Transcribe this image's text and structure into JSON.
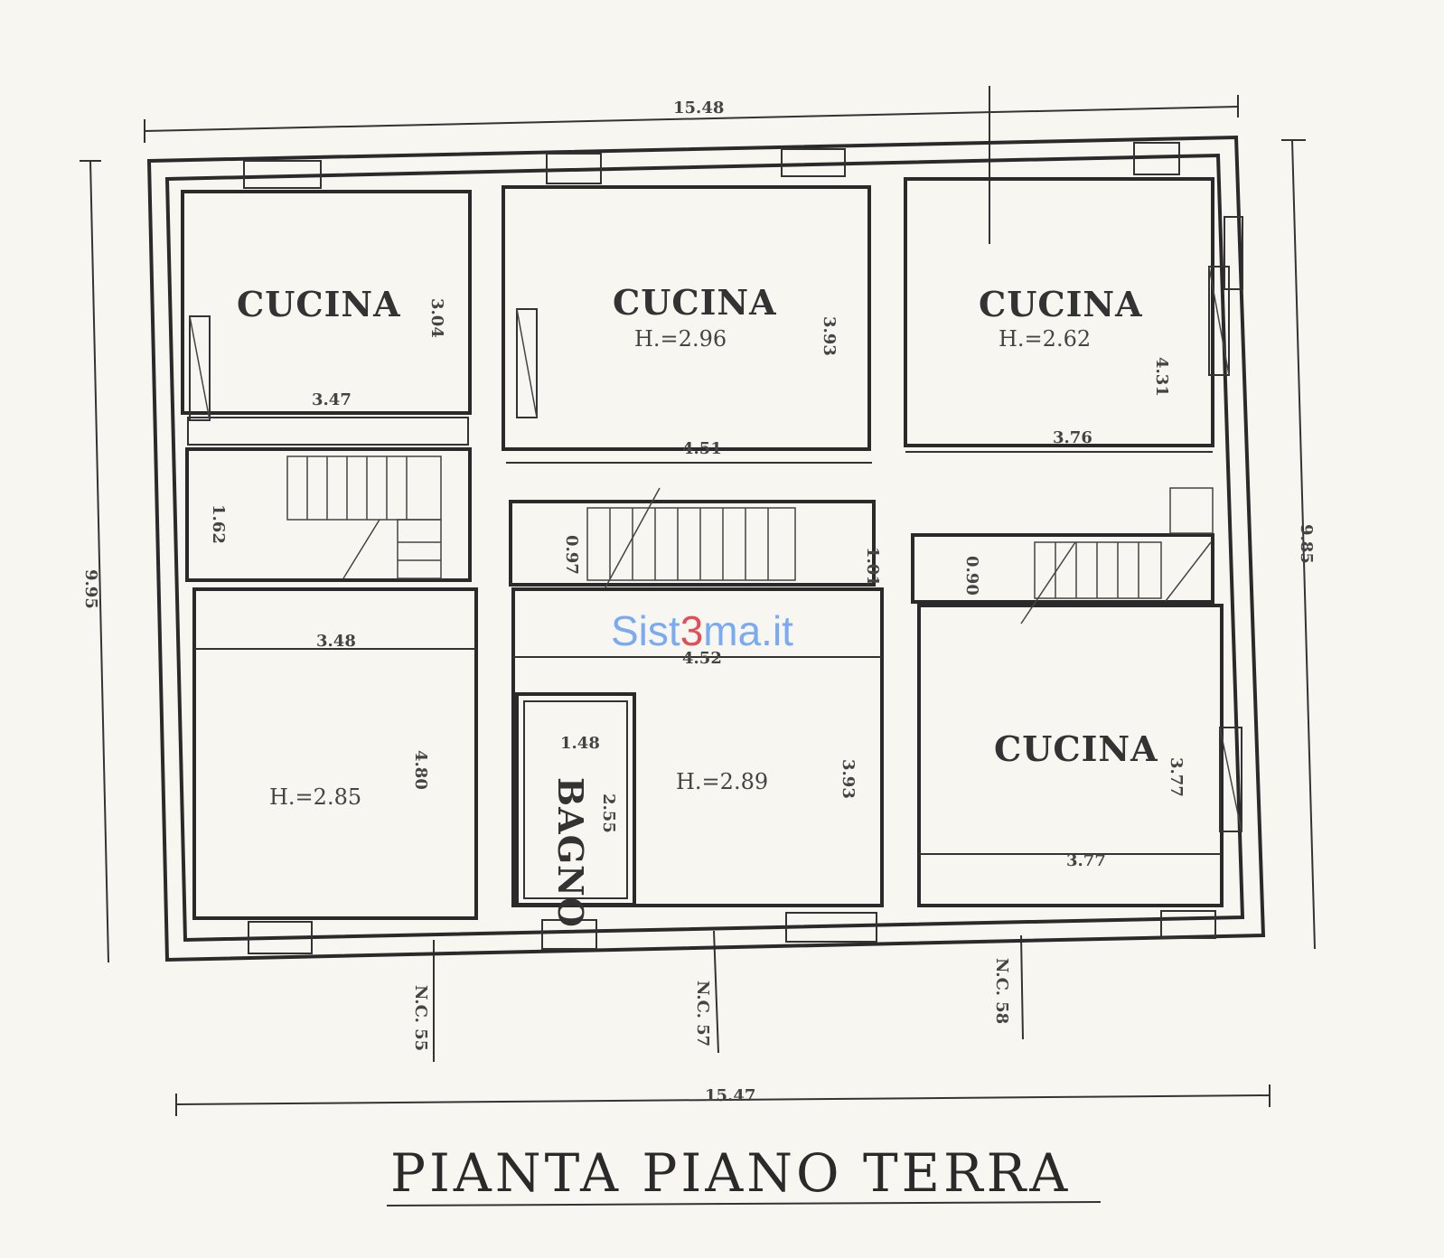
{
  "title": "PIANTA PIANO TERRA",
  "watermark": {
    "pre": "Sist",
    "mid": "3",
    "post": "ma.it",
    "color_blue": "#7aaaf2",
    "color_red": "#e0505a"
  },
  "overall_dimensions": {
    "top": "15.48",
    "bottom": "15.47",
    "left": "9.95",
    "right": "9.85"
  },
  "rooms": [
    {
      "name": "CUCINA",
      "height": "",
      "width": "3.47",
      "depth": "3.04"
    },
    {
      "name": "CUCINA",
      "height": "H.=2.96",
      "width": "4.51",
      "depth": "3.93"
    },
    {
      "name": "CUCINA",
      "height": "H.=2.62",
      "width": "3.76",
      "depth": "4.31"
    },
    {
      "name": "",
      "height": "H.=2.85",
      "width": "3.48",
      "depth": "4.80"
    },
    {
      "name": "",
      "height": "H.=2.89",
      "width": "4.52",
      "depth": "3.93"
    },
    {
      "name": "BAGNO",
      "height": "",
      "width": "1.48",
      "depth": "2.55"
    },
    {
      "name": "CUCINA",
      "height": "",
      "width": "3.77",
      "depth": "3.77"
    }
  ],
  "stairs": {
    "left": "1.62",
    "middle_a": "0.97",
    "middle_b": "1.01",
    "right": "0.90"
  },
  "civic_numbers": [
    "N.C. 55",
    "N.C. 57",
    "N.C. 58"
  ]
}
